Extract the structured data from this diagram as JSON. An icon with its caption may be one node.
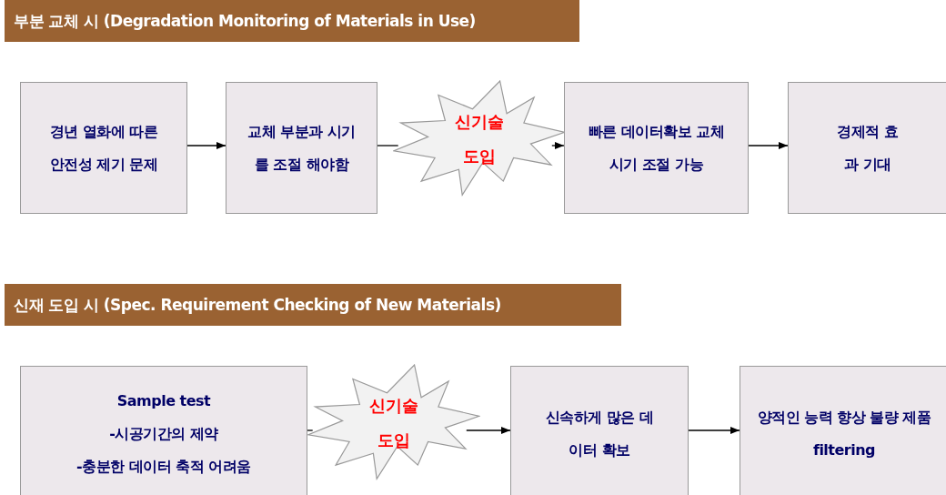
{
  "diagram": {
    "nodes": [
      {
        "text": [
          "부분 교체 시 (Degradation Monitoring of Materials in Use)"
        ]
      },
      {
        "text": [
          "경년 열화에 따른 안전성 제기 문제"
        ]
      },
      {
        "text": [
          "교체 부분과 시기를 조절 해야함"
        ]
      },
      {
        "text": [
          "신기술 도입"
        ]
      },
      {
        "text": [
          "빠른 데이터확보 교체 시기 조절 가능"
        ]
      },
      {
        "text": [
          "경제적 효과 기대"
        ]
      },
      {
        "text": [
          "신재 도입 시 (Spec. Requirement Checking of New Materials)"
        ]
      },
      {
        "text": [
          "Sample test",
          "-시공기간의 제약",
          "-충분한 데이터 축적 어려움"
        ]
      },
      {
        "text": [
          "신기술 도입"
        ]
      },
      {
        "text": [
          "신속하게 많은 데이터 확보"
        ]
      },
      {
        "text": [
          "양적인 능력 향상 불량 제품 filtering"
        ]
      }
    ],
    "edges": [
      {
        "from": 1,
        "to": 2,
        "arrow": "to"
      },
      {
        "from": 2,
        "to": 3,
        "arrow": "none"
      },
      {
        "from": 3,
        "to": 4,
        "arrow": "to"
      },
      {
        "from": 4,
        "to": 5,
        "arrow": "to"
      },
      {
        "from": 7,
        "to": 8,
        "arrow": "none"
      },
      {
        "from": 8,
        "to": 9,
        "arrow": "to"
      },
      {
        "from": 9,
        "to": 10,
        "arrow": "to"
      }
    ]
  }
}
